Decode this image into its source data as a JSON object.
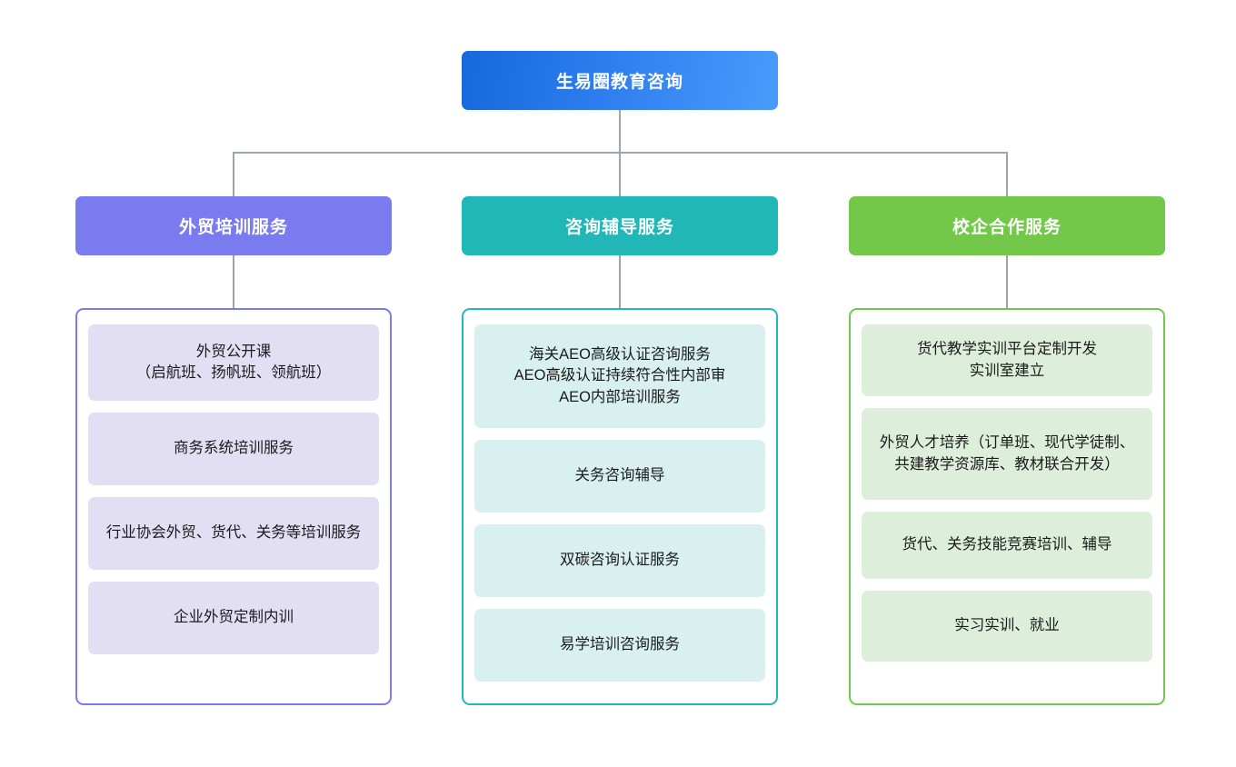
{
  "chart_data": {
    "type": "diagram",
    "diagram_type": "organization-tree",
    "title": "生易圈教育咨询",
    "root": {
      "label": "生易圈教育咨询",
      "color": "#2f7ff0"
    },
    "branches": [
      {
        "label": "外贸培训服务",
        "color": "#7b7bf0",
        "leaf_fill": "#e2dff4",
        "children": [
          "外贸公开课\n（启航班、扬帆班、领航班）",
          "商务系统培训服务",
          "行业协会外贸、货代、关务等培训服务",
          "企业外贸定制内训"
        ]
      },
      {
        "label": "咨询辅导服务",
        "color": "#22b7b7",
        "leaf_fill": "#d9f0f1",
        "children": [
          "海关AEO高级认证咨询服务\nAEO高级认证持续符合性内部审\nAEO内部培训服务",
          "关务咨询辅导",
          "双碳咨询认证服务",
          "易学培训咨询服务"
        ]
      },
      {
        "label": "校企合作服务",
        "color": "#73c84a",
        "leaf_fill": "#ddefdb",
        "children": [
          "货代教学实训平台定制开发\n实训室建立",
          "外贸人才培养（订单班、现代学徒制、共建教学资源库、教材联合开发）",
          "货代、关务技能竞赛培训、辅导",
          "实习实训、就业"
        ]
      }
    ],
    "connector_color": "#9aa5ad",
    "background": "#ffffff"
  },
  "root": {
    "label": "生易圈教育咨询"
  },
  "branches": [
    {
      "label": "外贸培训服务",
      "children": [
        {
          "text": "外贸公开课\n（启航班、扬帆班、领航班）"
        },
        {
          "text": "商务系统培训服务"
        },
        {
          "text": "行业协会外贸、货代、关务等培训服务"
        },
        {
          "text": "企业外贸定制内训"
        }
      ]
    },
    {
      "label": "咨询辅导服务",
      "children": [
        {
          "text": "海关AEO高级认证咨询服务\nAEO高级认证持续符合性内部审\nAEO内部培训服务"
        },
        {
          "text": "关务咨询辅导"
        },
        {
          "text": "双碳咨询认证服务"
        },
        {
          "text": "易学培训咨询服务"
        }
      ]
    },
    {
      "label": "校企合作服务",
      "children": [
        {
          "text": "货代教学实训平台定制开发\n实训室建立"
        },
        {
          "text": "外贸人才培养（订单班、现代学徒制、共建教学资源库、教材联合开发）"
        },
        {
          "text": "货代、关务技能竞赛培训、辅导"
        },
        {
          "text": "实习实训、就业"
        }
      ]
    }
  ]
}
